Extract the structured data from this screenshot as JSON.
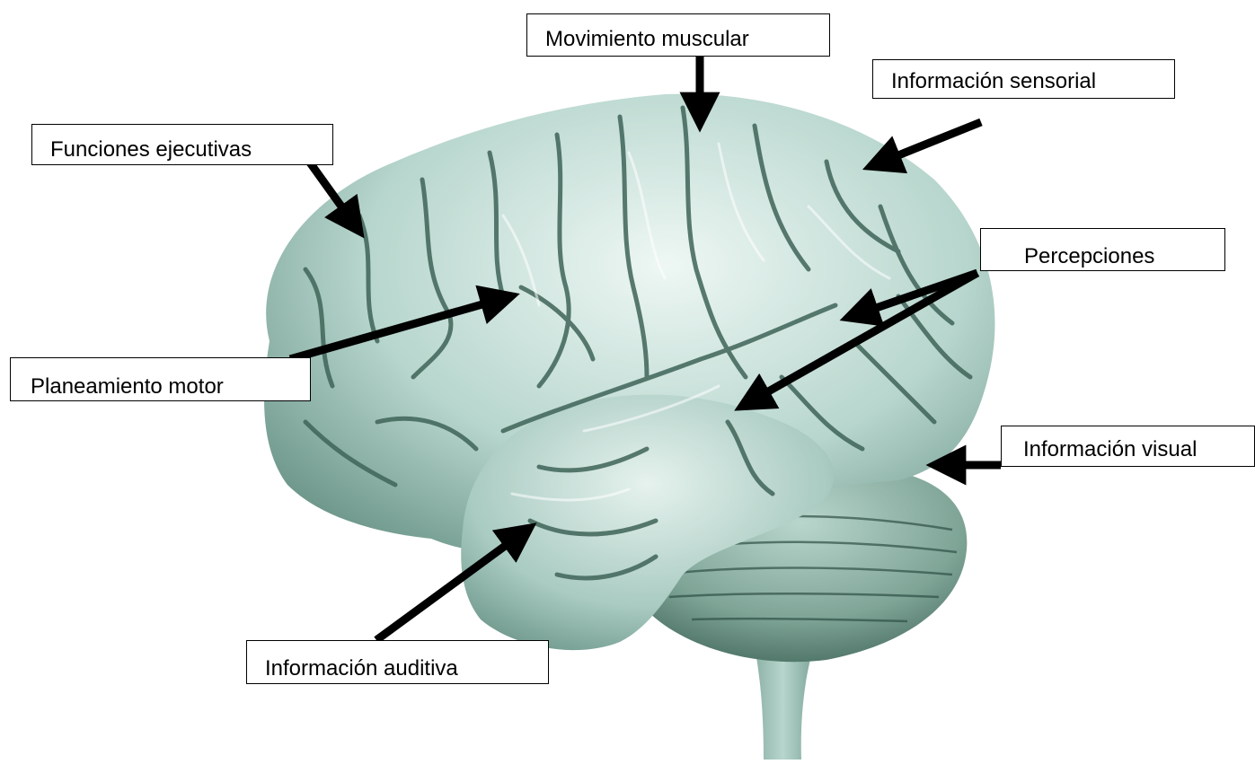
{
  "diagram": {
    "labels": {
      "movimiento": "Movimiento muscular",
      "sensorial": "Información sensorial",
      "ejecutivas": "Funciones ejecutivas",
      "percepciones": "Percepciones",
      "planeamiento": "Planeamiento motor",
      "visual": "Información visual",
      "auditiva": "Información auditiva"
    },
    "colors": {
      "brain_light": "#eef7f4",
      "brain_mid": "#b7d6cd",
      "brain_dark": "#5f8a7d",
      "sulcus": "#3f6458",
      "arrow": "#000000",
      "background": "#ffffff"
    },
    "image": "brain-illustration"
  }
}
